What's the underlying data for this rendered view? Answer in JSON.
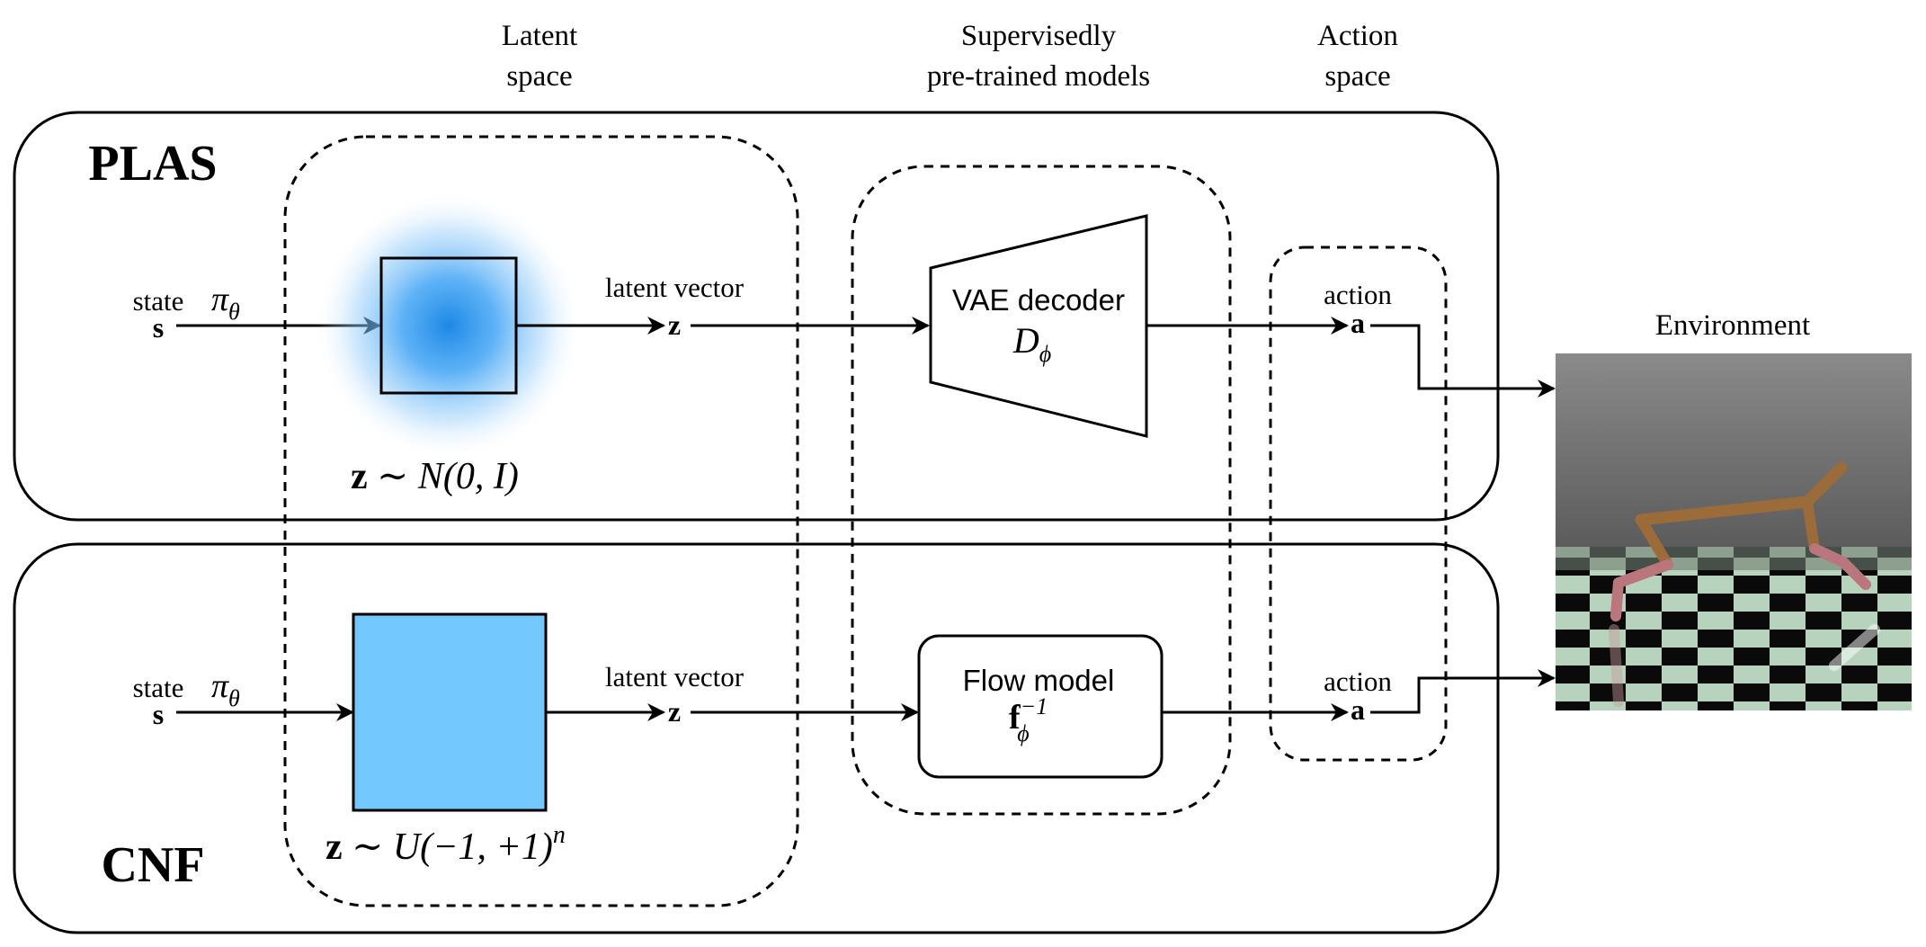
{
  "headers": {
    "latent": [
      "Latent",
      "space"
    ],
    "supervised": [
      "Supervisedly",
      "pre-trained models"
    ],
    "action_space": [
      "Action",
      "space"
    ]
  },
  "plas": {
    "title": "PLAS",
    "state_label": "state",
    "state_symbol": "s",
    "policy_symbol": "π",
    "policy_subscript": "θ",
    "latent_label": "latent vector",
    "latent_symbol": "z",
    "dist_lhs": "z",
    "dist_rhs": "∼ N(0, I)",
    "decoder_label": "VAE decoder",
    "decoder_symbol": "D",
    "decoder_subscript": "ϕ",
    "action_label": "action",
    "action_symbol": "a"
  },
  "cnf": {
    "title": "CNF",
    "state_label": "state",
    "state_symbol": "s",
    "policy_symbol": "π",
    "policy_subscript": "θ",
    "latent_label": "latent vector",
    "latent_symbol": "z",
    "dist_lhs": "z",
    "dist_rhs": "∼ U(−1, +1)",
    "dist_sup": "n",
    "flow_label": "Flow model",
    "flow_symbol": "f",
    "flow_subscript": "ϕ",
    "flow_superscript": "−1",
    "action_label": "action",
    "action_symbol": "a"
  },
  "environment": {
    "label": "Environment"
  },
  "colors": {
    "gaussian_center": "#2196f3",
    "uniform_fill": "#74c9fc",
    "stroke": "#000000"
  }
}
